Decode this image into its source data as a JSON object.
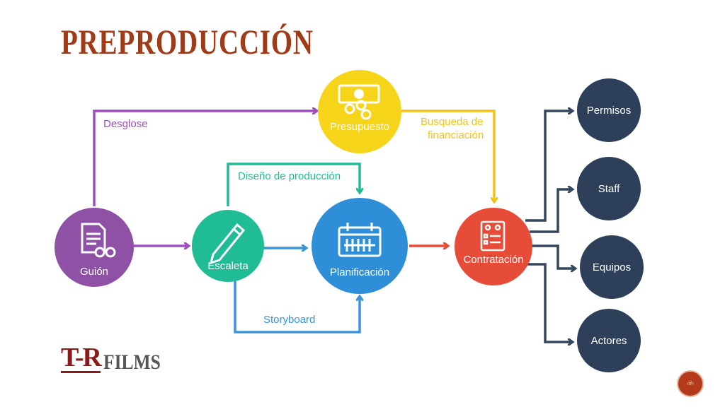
{
  "title": "PREPRODUCCIÓN",
  "colors": {
    "title": "#a13a17",
    "guion": "#8e51a6",
    "escaleta": "#1fbc95",
    "planificacion": "#2e8fd8",
    "presupuesto": "#f6d41a",
    "contratacion": "#e64c38",
    "resources": "#2e3f5a",
    "desglose_line": "#9c4fbf",
    "diseno_line": "#1fbc95",
    "storyboard_line": "#3a94da",
    "busqueda_line": "#f0c419",
    "contratacion_line": "#e64c38",
    "resource_line": "#34475f"
  },
  "nodes": {
    "guion": {
      "label": "Guión",
      "icon": "document-glasses-icon"
    },
    "escaleta": {
      "label": "Escaleta",
      "icon": "pencil-icon"
    },
    "planificacion": {
      "label": "Planificación",
      "icon": "calendar-icon"
    },
    "presupuesto": {
      "label": "Presupuesto",
      "icon": "money-icon"
    },
    "contratacion": {
      "label": "Contratación",
      "icon": "contract-icon"
    },
    "permisos": {
      "label": "Permisos"
    },
    "staff": {
      "label": "Staff"
    },
    "equipos": {
      "label": "Equipos"
    },
    "actores": {
      "label": "Actores"
    }
  },
  "edges": {
    "desglose": "Desglose",
    "diseno": "Diseño de producción",
    "storyboard": "Storyboard",
    "busqueda_1": "Busqueda de",
    "busqueda_2": "financiación"
  },
  "logo": {
    "tr": "T-R",
    "films": "FILMS"
  },
  "page_badge": "‹#›"
}
